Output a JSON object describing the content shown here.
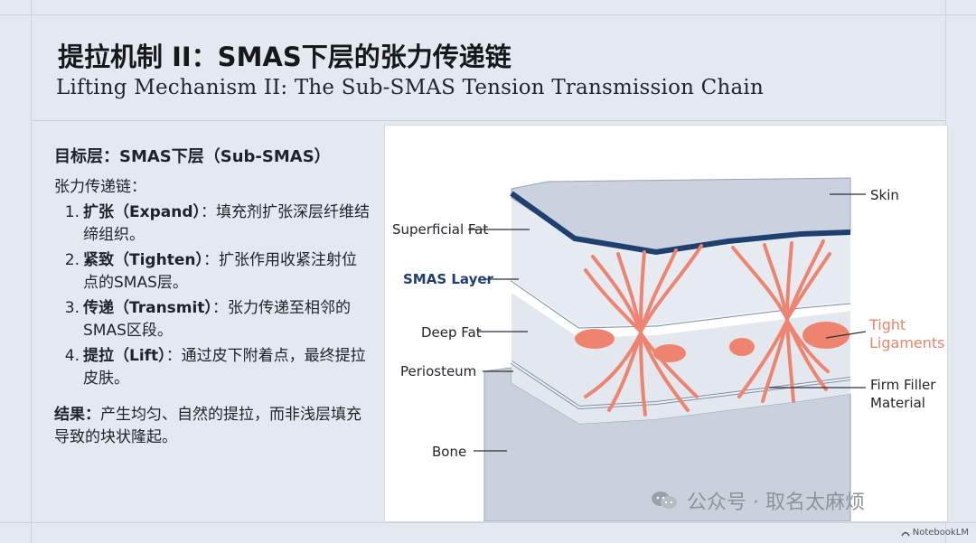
{
  "header": {
    "title_zh": "提拉机制 II：SMAS下层的张力传递链",
    "title_en": "Lifting Mechanism II: The Sub-SMAS Tension Transmission Chain"
  },
  "left": {
    "target": "目标层：SMAS下层（Sub-SMAS）",
    "chain_label": "张力传递链：",
    "steps": [
      {
        "num": "1.",
        "key": "扩张（Expand）",
        "text": "：填充剂扩张深层纤维结缔组织。"
      },
      {
        "num": "2.",
        "key": "紧致（Tighten）",
        "text": "：扩张作用收紧注射位点的SMAS层。"
      },
      {
        "num": "3.",
        "key": "传递（Transmit）",
        "text": "：张力传递至相邻的SMAS区段。"
      },
      {
        "num": "4.",
        "key": "提拉（Lift）",
        "text": "：通过皮下附着点，最终提拉皮肤。"
      }
    ],
    "result_key": "结果：",
    "result_text": "产生均匀、自然的提拉，而非浅层填充导致的块状隆起。"
  },
  "diagram": {
    "labels": {
      "skin": "Skin",
      "superficial_fat": "Superficial Fat",
      "smas_layer": "SMAS Layer",
      "deep_fat": "Deep Fat",
      "periosteum": "Periosteum",
      "bone": "Bone",
      "tight_ligaments": "Tight Ligaments",
      "firm_filler": "Firm Filler Material"
    },
    "colors": {
      "skin": "#c9d2de",
      "smas": "#1f3f6e",
      "ligament": "#ee8470",
      "bone": "#c9d1dc",
      "highlight": "#e8846c"
    }
  },
  "watermark": {
    "text": "公众号 · 取名太麻烦",
    "brand": "NotebookLM"
  }
}
